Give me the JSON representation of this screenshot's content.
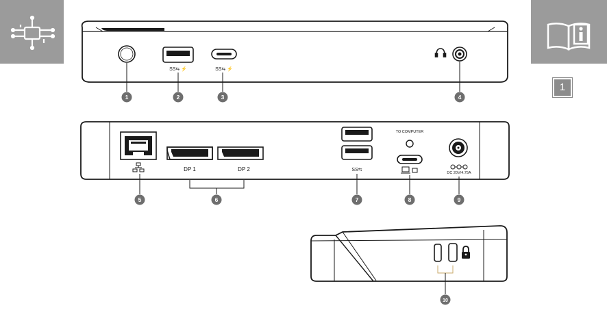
{
  "page_number": "1",
  "icons": {
    "left_tile": "circuit-board-icon",
    "right_tile": "manual-info-icon",
    "headphone": "headphone-icon",
    "lan": "network-icon",
    "computer": "laptop-icon",
    "dc_polarity": "dc-polarity-icon",
    "lock": "lock-icon"
  },
  "port_labels": {
    "usb_a_front": "SS⇆ ⚡",
    "usb_c_front": "SS⇆ ⚡",
    "dp1": "DP 1",
    "dp2": "DP 2",
    "usb_a_rear": "SS⇆",
    "to_computer": "TO COMPUTER",
    "dc_in": "DC 20V/4.75A"
  },
  "callouts": [
    "1",
    "2",
    "3",
    "4",
    "5",
    "6",
    "7",
    "8",
    "9",
    "10"
  ],
  "colors": {
    "tile": "#9b9b9b",
    "callout": "#6e6e6e",
    "line": "#1a1a1a",
    "leader": "#c9a96a"
  }
}
